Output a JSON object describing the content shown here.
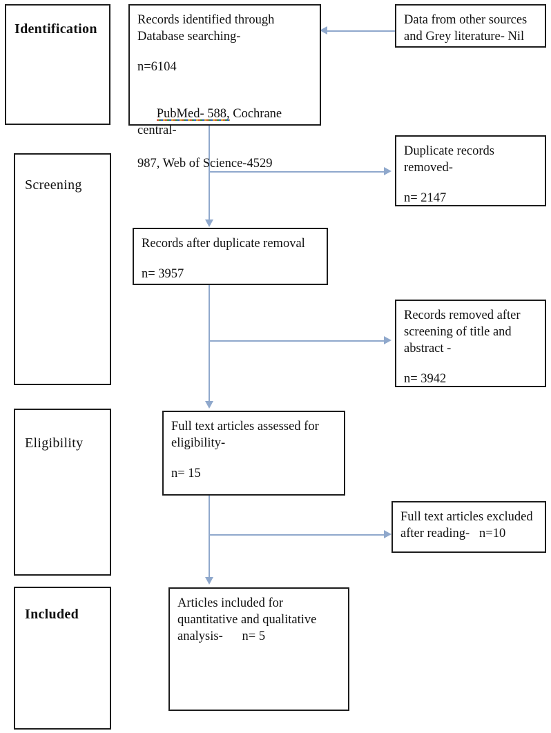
{
  "diagram": {
    "title": "PRISMA study selection flow diagram",
    "type": "flowchart",
    "connector_color": "#8fa8cc",
    "box_border_color": "#1c1c1c",
    "background_color": "#ffffff"
  },
  "stages": [
    {
      "id": "identification",
      "label": "Identification",
      "bold": true
    },
    {
      "id": "screening",
      "label": "Screening",
      "bold": false
    },
    {
      "id": "eligibility",
      "label": "Eligibility",
      "bold": false
    },
    {
      "id": "included",
      "label": "Included",
      "bold": true
    }
  ],
  "boxes": {
    "records_identified": {
      "line1": "Records identified through",
      "line2": "Database searching-",
      "line3": "n=6104",
      "line4_a": "PubMed- 588,",
      "line4_b": " Cochrane central-",
      "line5": "987, Web of Science-4529"
    },
    "other_sources": {
      "line1": "Data from other sources",
      "line2": "and Grey literature- Nil"
    },
    "duplicates_removed": {
      "line1": "Duplicate records",
      "line2": "removed-",
      "line3": "n= 2147"
    },
    "after_duplicates": {
      "line1": "Records after duplicate removal",
      "line2": "n= 3957"
    },
    "screened_out": {
      "line1": "Records removed after",
      "line2": "screening of title and",
      "line3": "abstract -",
      "line4": "n= 3942"
    },
    "fulltext_assessed": {
      "line1": "Full text articles assessed for",
      "line2": "eligibility-",
      "line3": "n= 15"
    },
    "fulltext_excluded": {
      "line1": "Full text articles excluded",
      "line2": "after reading-   n=10"
    },
    "included_final": {
      "line1": "Articles included for",
      "line2": "quantitative and qualitative",
      "line3": "analysis-      n= 5"
    }
  },
  "chart_data": {
    "type": "flowchart",
    "title": "PRISMA study selection flow diagram",
    "nodes": [
      {
        "id": "records_identified",
        "stage": "Identification",
        "label": "Records identified through Database searching-",
        "n": 6104,
        "breakdown": [
          {
            "source": "PubMed",
            "n": 588
          },
          {
            "source": "Cochrane central",
            "n": 987
          },
          {
            "source": "Web of Science",
            "n": 4529
          }
        ]
      },
      {
        "id": "other_sources",
        "stage": "Identification",
        "label": "Data from other sources and Grey literature",
        "n": "Nil"
      },
      {
        "id": "duplicates_removed",
        "stage": "Screening",
        "label": "Duplicate records removed-",
        "n": 2147
      },
      {
        "id": "after_duplicates",
        "stage": "Screening",
        "label": "Records after duplicate removal",
        "n": 3957
      },
      {
        "id": "screened_out",
        "stage": "Screening",
        "label": "Records removed after screening of title and abstract -",
        "n": 3942
      },
      {
        "id": "fulltext_assessed",
        "stage": "Eligibility",
        "label": "Full text articles assessed for eligibility-",
        "n": 15
      },
      {
        "id": "fulltext_excluded",
        "stage": "Eligibility",
        "label": "Full text articles excluded after reading-",
        "n": 10
      },
      {
        "id": "included_final",
        "stage": "Included",
        "label": "Articles included for quantitative and qualitative analysis-",
        "n": 5
      }
    ],
    "edges": [
      {
        "from": "other_sources",
        "to": "records_identified",
        "direction": "left"
      },
      {
        "from": "records_identified",
        "to": "after_duplicates",
        "direction": "down"
      },
      {
        "from": "records_identified",
        "to": "duplicates_removed",
        "direction": "right"
      },
      {
        "from": "after_duplicates",
        "to": "fulltext_assessed",
        "direction": "down"
      },
      {
        "from": "after_duplicates",
        "to": "screened_out",
        "direction": "right"
      },
      {
        "from": "fulltext_assessed",
        "to": "included_final",
        "direction": "down"
      },
      {
        "from": "fulltext_assessed",
        "to": "fulltext_excluded",
        "direction": "right"
      }
    ]
  }
}
